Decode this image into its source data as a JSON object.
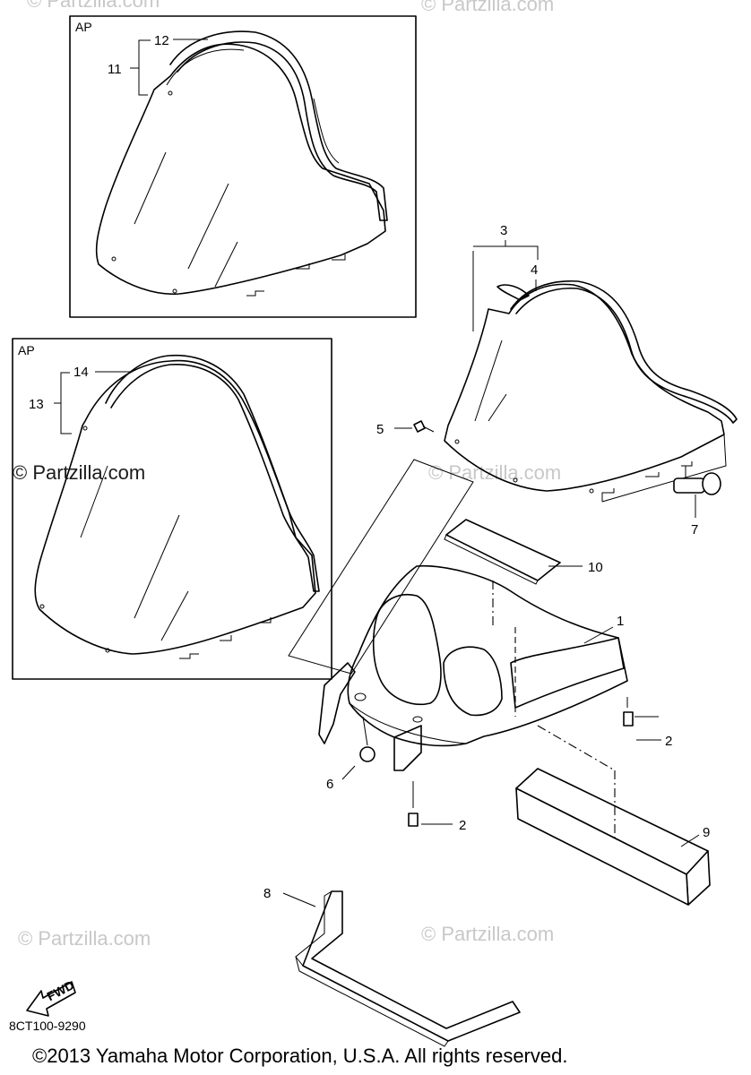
{
  "boxes": {
    "box_top_label": "AP",
    "box_left_label": "AP"
  },
  "callouts": {
    "c1": "1",
    "c2a": "2",
    "c2b": "2",
    "c3": "3",
    "c4": "4",
    "c5": "5",
    "c6": "6",
    "c7": "7",
    "c8": "8",
    "c9": "9",
    "c10": "10",
    "c11": "11",
    "c12": "12",
    "c13": "13",
    "c14": "14"
  },
  "watermarks": {
    "prominent": "© Partzilla.com",
    "faint": "© Partzilla.com"
  },
  "fwd_arrow_label": "FWD",
  "diagram_code": "8CT100-9290",
  "copyright": "©2013  Yamaha Motor Corporation, U.S.A. All rights reserved."
}
